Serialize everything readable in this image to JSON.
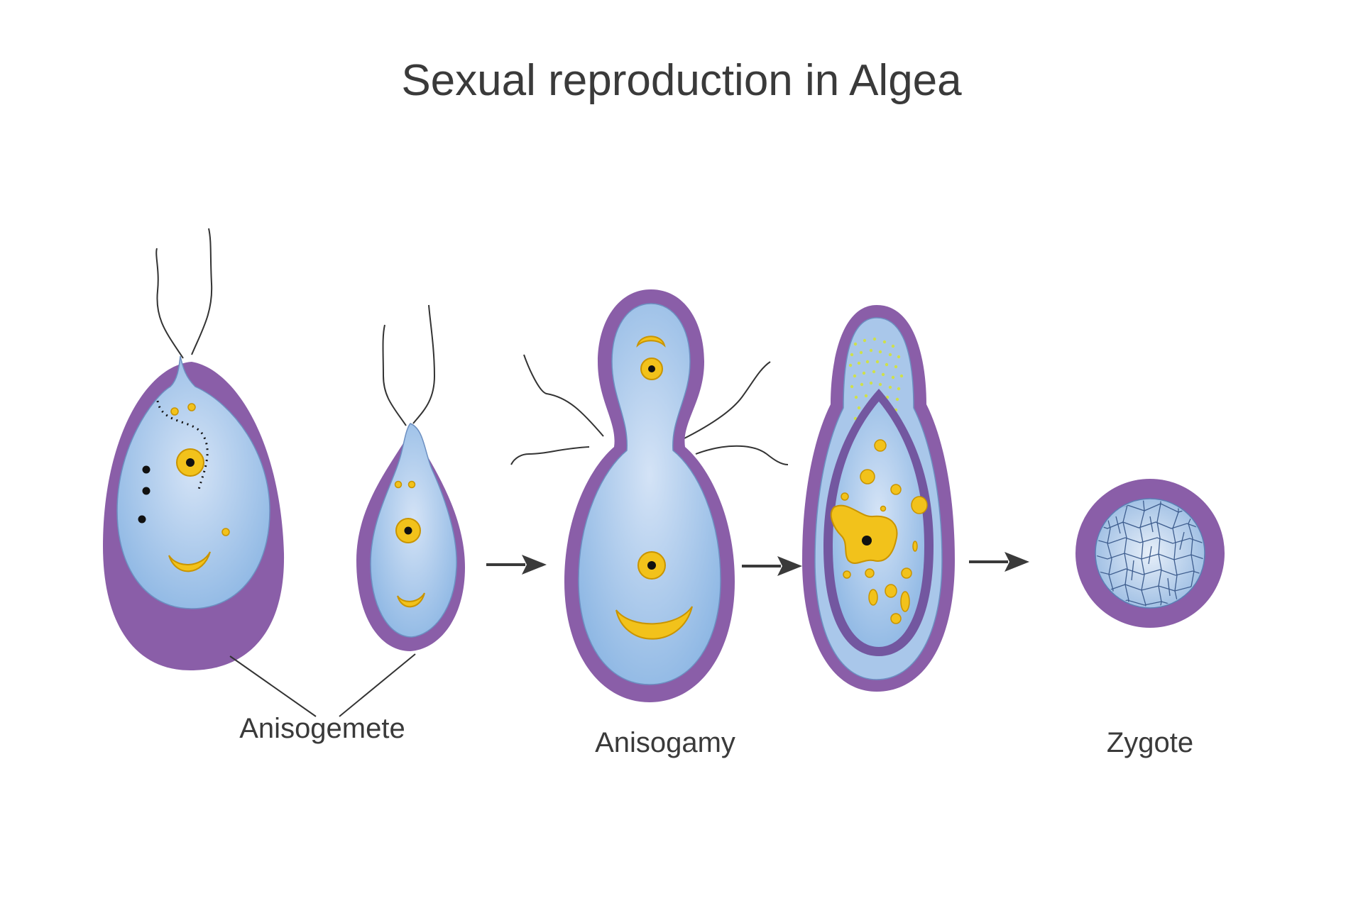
{
  "title": "Sexual reproduction in Algea",
  "labels": {
    "anisogamete": "Anisogemete",
    "anisogamy": "Anisogamy",
    "zygote": "Zygote"
  },
  "colors": {
    "wall": "#8a5ea8",
    "cell": "#8fb8e4",
    "cell_light": "#c8dcf3",
    "organelle": "#f2c21b",
    "organelle_stroke": "#c99400",
    "arrow": "#3a3a3a",
    "text": "#3a3a3a"
  }
}
